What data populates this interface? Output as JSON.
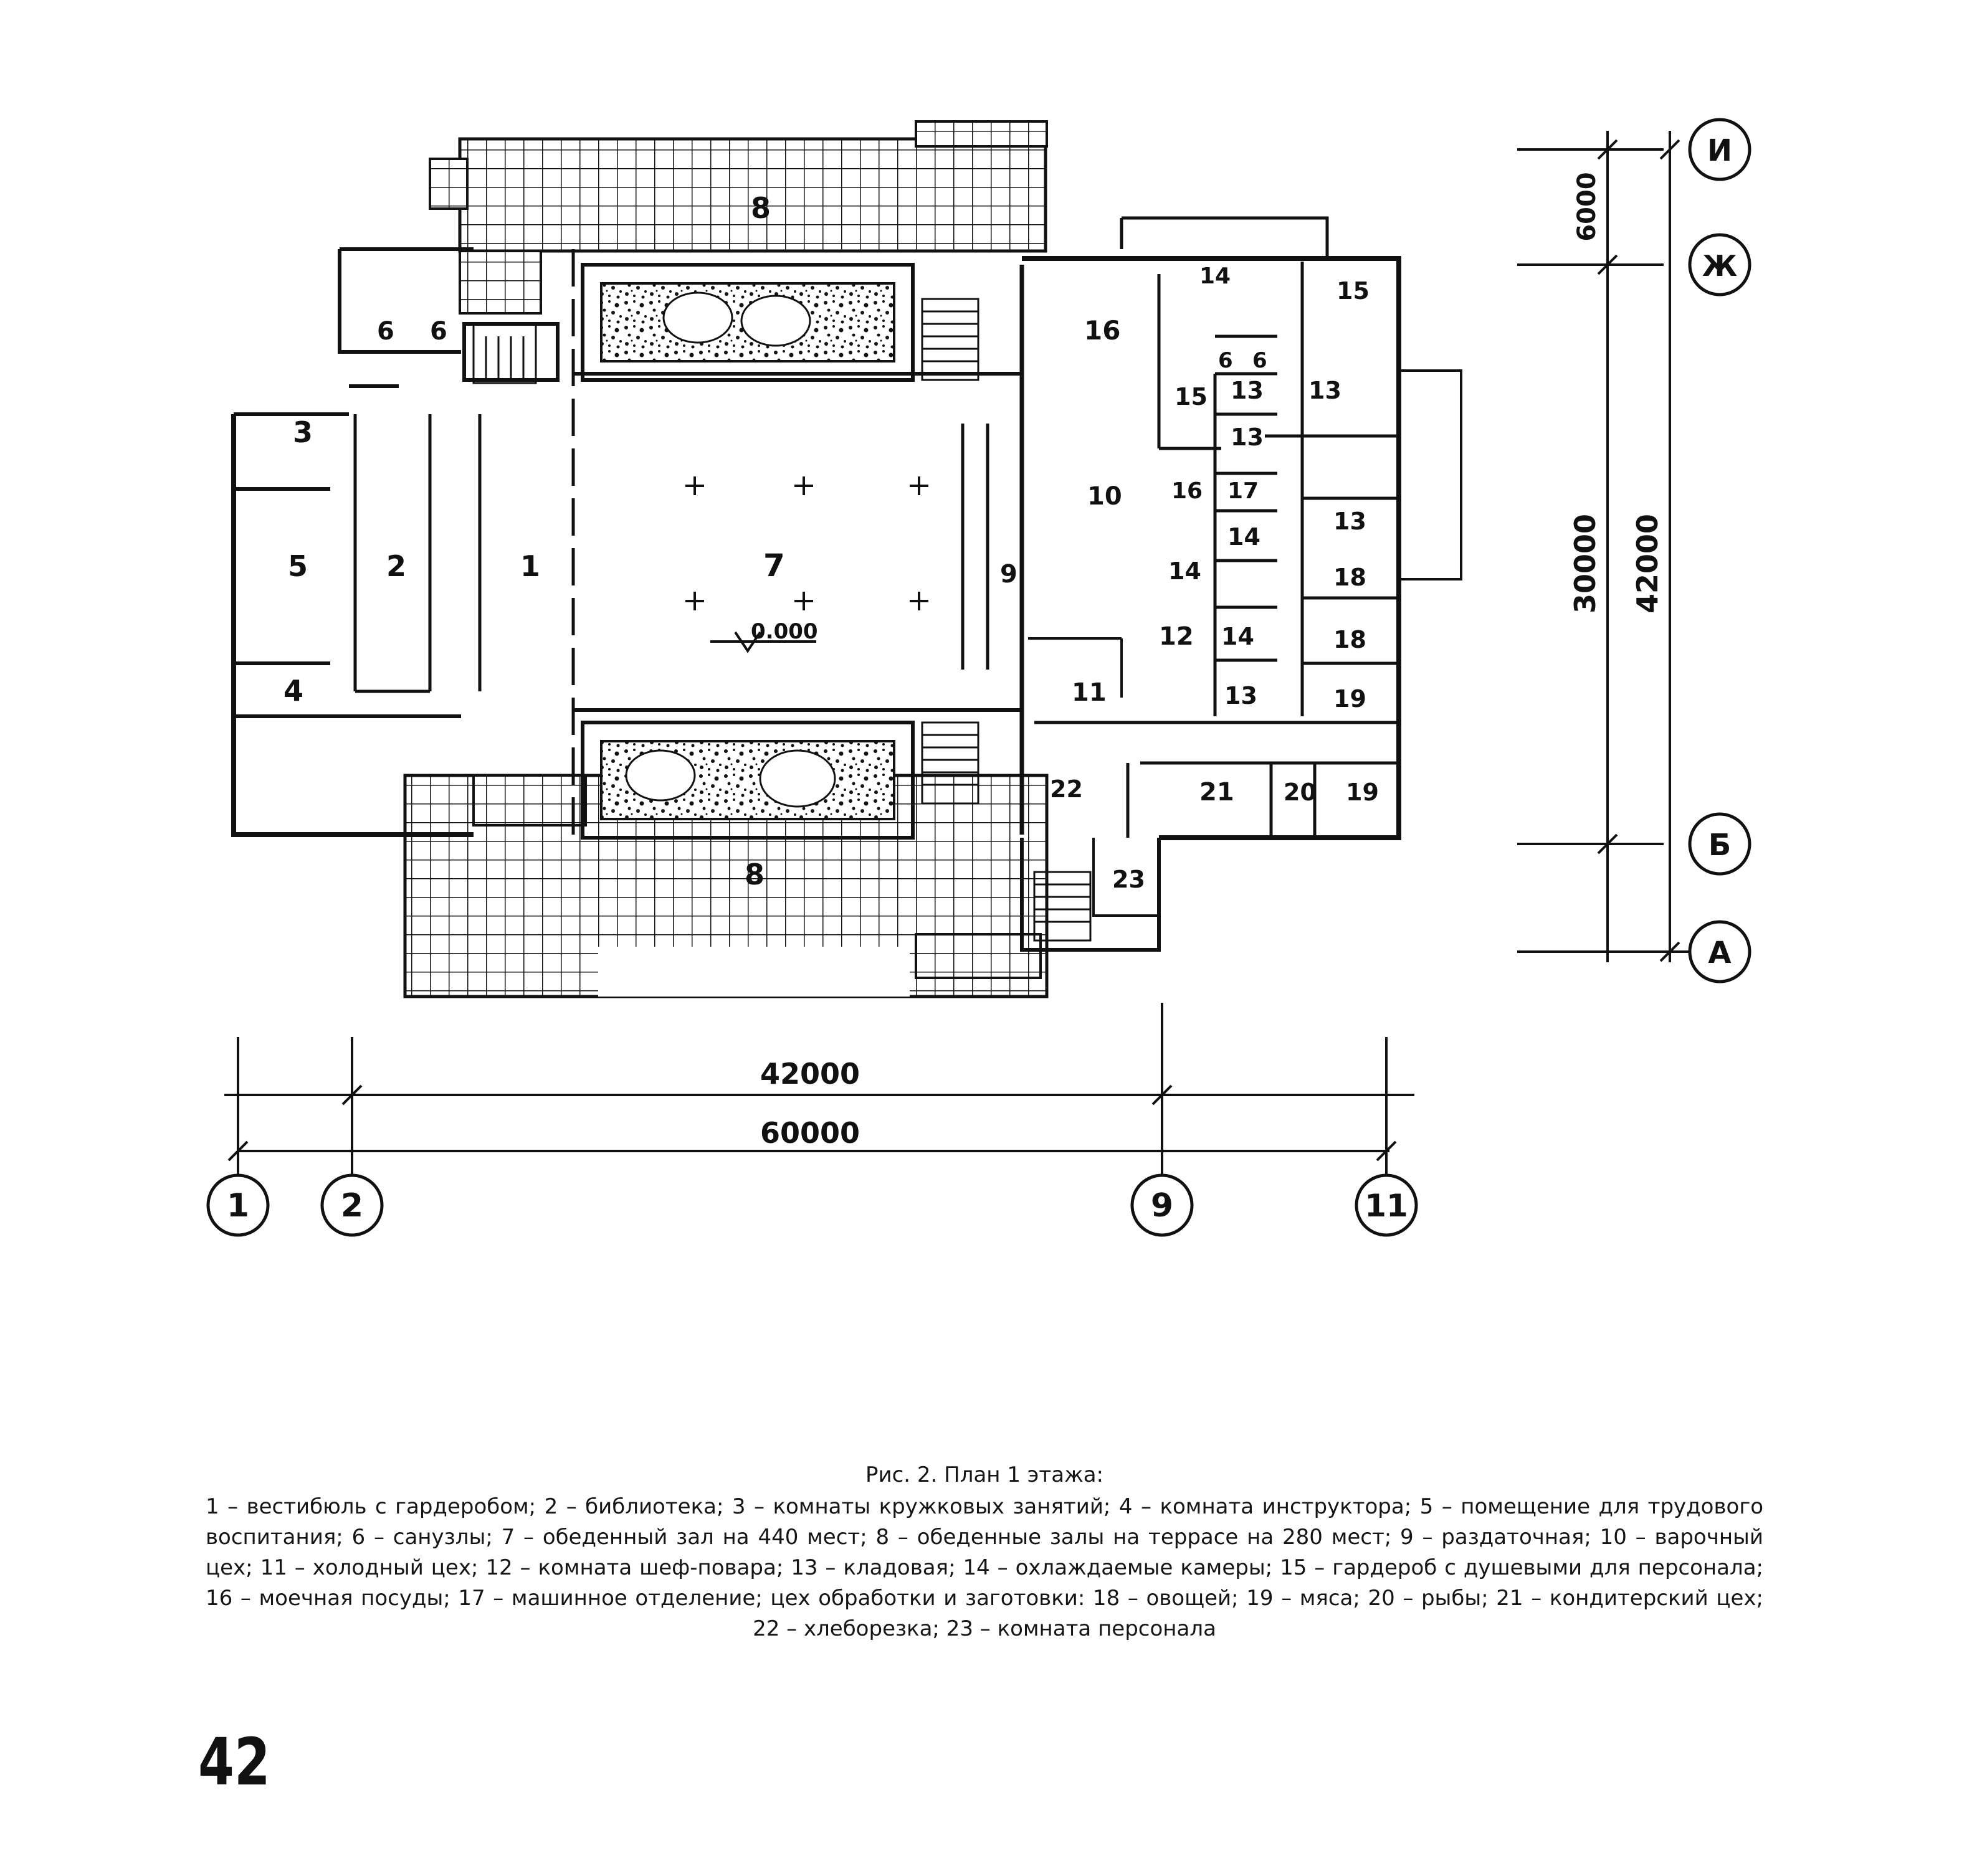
{
  "plan": {
    "rooms": {
      "r1": "1",
      "r2": "2",
      "r3": "3",
      "r4": "4",
      "r5": "5",
      "r6a": "6",
      "r6b": "6",
      "r6c": "6",
      "r6d": "6",
      "r7": "7",
      "r8top": "8",
      "r8bottom": "8",
      "r9": "9",
      "r10": "10",
      "r11": "11",
      "r12": "12",
      "r13a": "13",
      "r13b": "13",
      "r13c": "13",
      "r13d": "13",
      "r13e": "13",
      "r14a": "14",
      "r14b": "14",
      "r14c": "14",
      "r14d": "14",
      "r15a": "15",
      "r15b": "15",
      "r16a": "16",
      "r16b": "16",
      "r17": "17",
      "r18a": "18",
      "r18b": "18",
      "r19a": "19",
      "r19b": "19",
      "r20": "20",
      "r21": "21",
      "r22": "22",
      "r23": "23"
    },
    "level_mark": "0.000",
    "dimensions": {
      "bottom_inner": "42000",
      "bottom_outer": "60000",
      "right_top": "6000",
      "right_middle": "30000",
      "right_overall": "42000"
    },
    "axes": {
      "ax1": "1",
      "ax2": "2",
      "ax9": "9",
      "ax11": "11",
      "axI": "И",
      "axZh": "Ж",
      "axB": "Б",
      "axA": "А"
    }
  },
  "caption": {
    "title": "Рис. 2. План 1 этажа:",
    "body": "1 – вестибюль с гардеробом; 2 – библиотека; 3 – комнаты кружковых занятий; 4 – комната инструктора; 5 – помещение для трудового воспитания; 6 – санузлы; 7 – обеденный зал на 440 мест; 8 – обеденные залы на террасе на 280 мест; 9 – раздаточная; 10 – варочный цех; 11 – холодный цех; 12 – комната шеф-повара; 13 – кладовая; 14 – охлаждаемые камеры; 15 – гардероб с душевыми для персонала; 16 – моечная посуды; 17 – машинное отделение; цех обработки и заготовки: 18 – овощей; 19 – мяса; 20 – рыбы; 21 – кондитерский цех; 22 – хлеборезка; 23 – комната персонала"
  },
  "page_number": "42"
}
